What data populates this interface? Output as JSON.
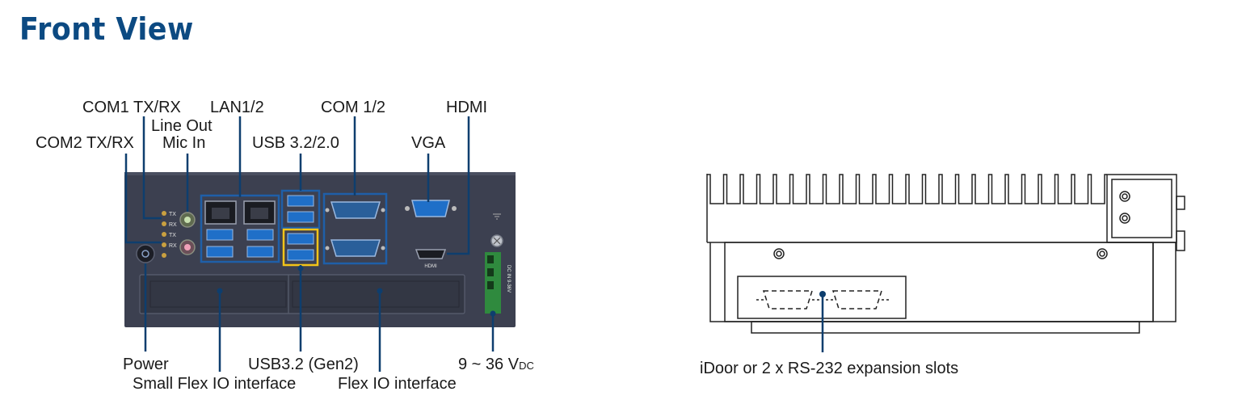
{
  "title": "Front View",
  "front_panel": {
    "labels": {
      "com1_txrx": "COM1 TX/RX",
      "lan": "LAN1/2",
      "com12": "COM 1/2",
      "hdmi": "HDMI",
      "line_out": "Line Out",
      "mic_in": "Mic In",
      "com2_txrx": "COM2 TX/RX",
      "usb32_20": "USB 3.2/2.0",
      "vga": "VGA",
      "power": "Power",
      "usb32_gen2": "USB3.2 (Gen2)",
      "dc_in": "9 ~ 36 V",
      "dc_unit": "DC",
      "small_flex_io": "Small Flex IO interface",
      "flex_io": "Flex IO interface"
    },
    "device_text": {
      "tx": "TX",
      "rx": "RX",
      "hdmi_port": "HDMI",
      "dc_terminal": "DC IN 9-36V"
    }
  },
  "side_view": {
    "label": "iDoor or 2 x RS-232 expansion slots"
  },
  "colors": {
    "title": "#0c4a82",
    "callout": "#0e3e6e",
    "panel": "#3c4050",
    "usb_gen2_highlight": "#f2c418"
  }
}
